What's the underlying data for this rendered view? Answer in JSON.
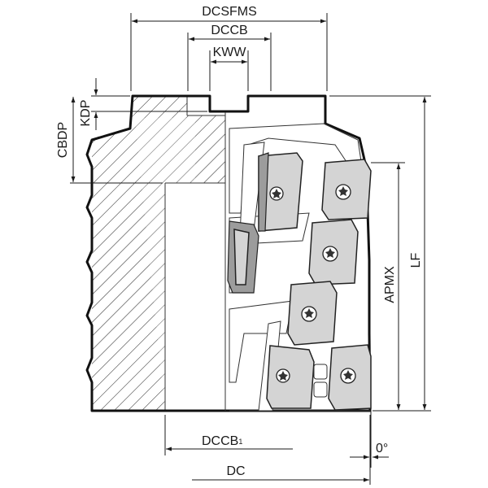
{
  "labels": {
    "dcsfms": "DCSFMS",
    "dccb": "DCCB",
    "kww": "KWW",
    "kdp": "KDP",
    "cbdp": "CBDP",
    "apmx": "APMX",
    "lf": "LF",
    "dccb1_main": "DCCB",
    "dccb1_sub": "1",
    "dc": "DC",
    "angle": "0°"
  },
  "icons": {
    "insert": "indexable-insert-icon",
    "screw": "torx-screw-icon"
  }
}
